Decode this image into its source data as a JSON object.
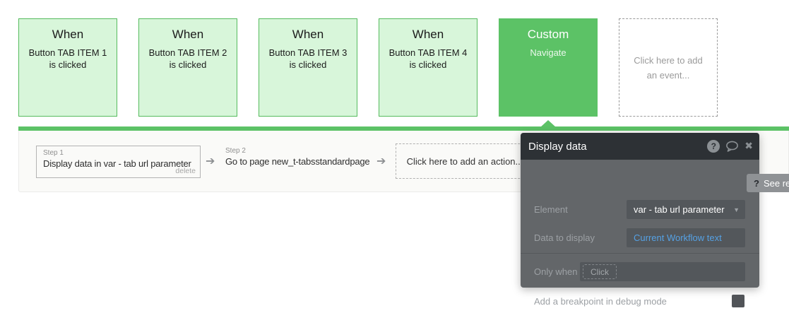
{
  "colors": {
    "accent_green": "#5cc266",
    "light_green_fill": "#d8f6da",
    "light_green_border": "#56bb5e",
    "popup_header": "#2d3135",
    "popup_body": "#636669",
    "popup_input": "#53575b",
    "link_blue": "#55a1e4"
  },
  "events": [
    {
      "type": "when",
      "title": "When",
      "subtitle": "Button TAB ITEM 1 is clicked"
    },
    {
      "type": "when",
      "title": "When",
      "subtitle": "Button TAB ITEM 2 is clicked"
    },
    {
      "type": "when",
      "title": "When",
      "subtitle": "Button TAB ITEM 3 is clicked"
    },
    {
      "type": "when",
      "title": "When",
      "subtitle": "Button TAB ITEM 4 is clicked"
    },
    {
      "type": "custom",
      "title": "Custom",
      "subtitle": "Navigate"
    },
    {
      "type": "add",
      "placeholder": "Click here to add an event..."
    }
  ],
  "actions": {
    "arrow_icon": "➔",
    "step1": {
      "label": "Step 1",
      "text": "Display data in var - tab url parameter",
      "delete_label": "delete"
    },
    "step2": {
      "label": "Step 2",
      "text": "Go to page new_t-tabsstandardpage"
    },
    "add_placeholder": "Click here to add an action..."
  },
  "popup": {
    "title": "Display data",
    "icons": {
      "help": "?",
      "close": "✖"
    },
    "fields": {
      "element": {
        "label": "Element",
        "value": "var - tab url parameter",
        "caret": "▼"
      },
      "data_to_display": {
        "label": "Data to display",
        "value": "Current Workflow text"
      },
      "only_when": {
        "label": "Only when",
        "placeholder": "Click"
      },
      "breakpoint": {
        "label": "Add a breakpoint in debug mode"
      }
    },
    "see_reference": {
      "q": "?",
      "text": "See refe"
    }
  }
}
